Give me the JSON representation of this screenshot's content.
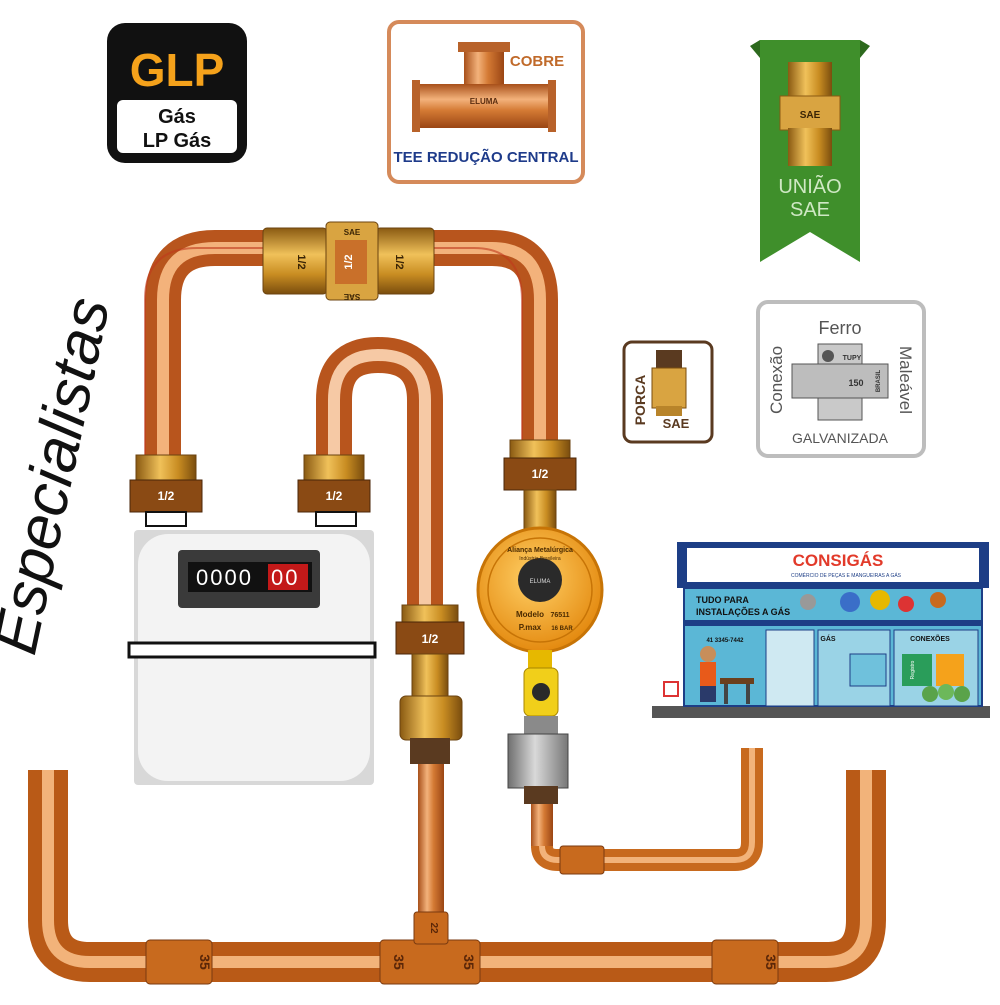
{
  "glp_badge": {
    "title": "GLP",
    "line1": "Gás",
    "line2": "LP Gás"
  },
  "tee_card": {
    "material": "COBRE",
    "caption": "TEE REDUÇÃO CENTRAL",
    "brand": "ELUMA"
  },
  "uniao_ribbon": {
    "line1": "UNIÃO",
    "line2": "SAE",
    "fitting_label": "SAE"
  },
  "porca_card": {
    "word": "PORCA",
    "sae": "SAE"
  },
  "ferro_card": {
    "top": "Ferro",
    "left": "Conexão",
    "right": "Maleável",
    "bottom": "GALVANIZADA",
    "brand": "TUPY",
    "fitting_number": "150",
    "side_label": "BRASIL"
  },
  "side_title": "Especialistas",
  "union_fitting": {
    "size": "1/2",
    "sae": "SAE"
  },
  "nut_labels": {
    "size": "1/2"
  },
  "meter": {
    "reading_black": "0000",
    "reading_red": "00"
  },
  "regulator": {
    "brand": "Aliança Metalúrgica",
    "subtitle": "Indústria Brasileira",
    "center": "ELUMA",
    "model_label": "Modelo",
    "model_value": "76511",
    "pmax_label": "P.max",
    "pmax_value": "16 BAR"
  },
  "copper_labels": {
    "size": "35",
    "tee_size": "22"
  },
  "store": {
    "name": "CONSIGÁS",
    "tagline": "COMÉRCIO DE PEÇAS E MANGUEIRAS A GÁS",
    "banner_line1": "TUDO PARA",
    "banner_line2": "INSTALAÇÕES A GÁS",
    "phone": "41 3345-7442",
    "section_gas": "GÁS",
    "section_conexoes": "CONEXÕES",
    "product_label": "Registro"
  },
  "colors": {
    "copper": "#c86a1e",
    "copper_light": "#f2b37a",
    "brass": "#d9a441",
    "green": "#3f8f2b",
    "gas_orange": "#f5a21b",
    "store_blue": "#5bb7d6"
  }
}
